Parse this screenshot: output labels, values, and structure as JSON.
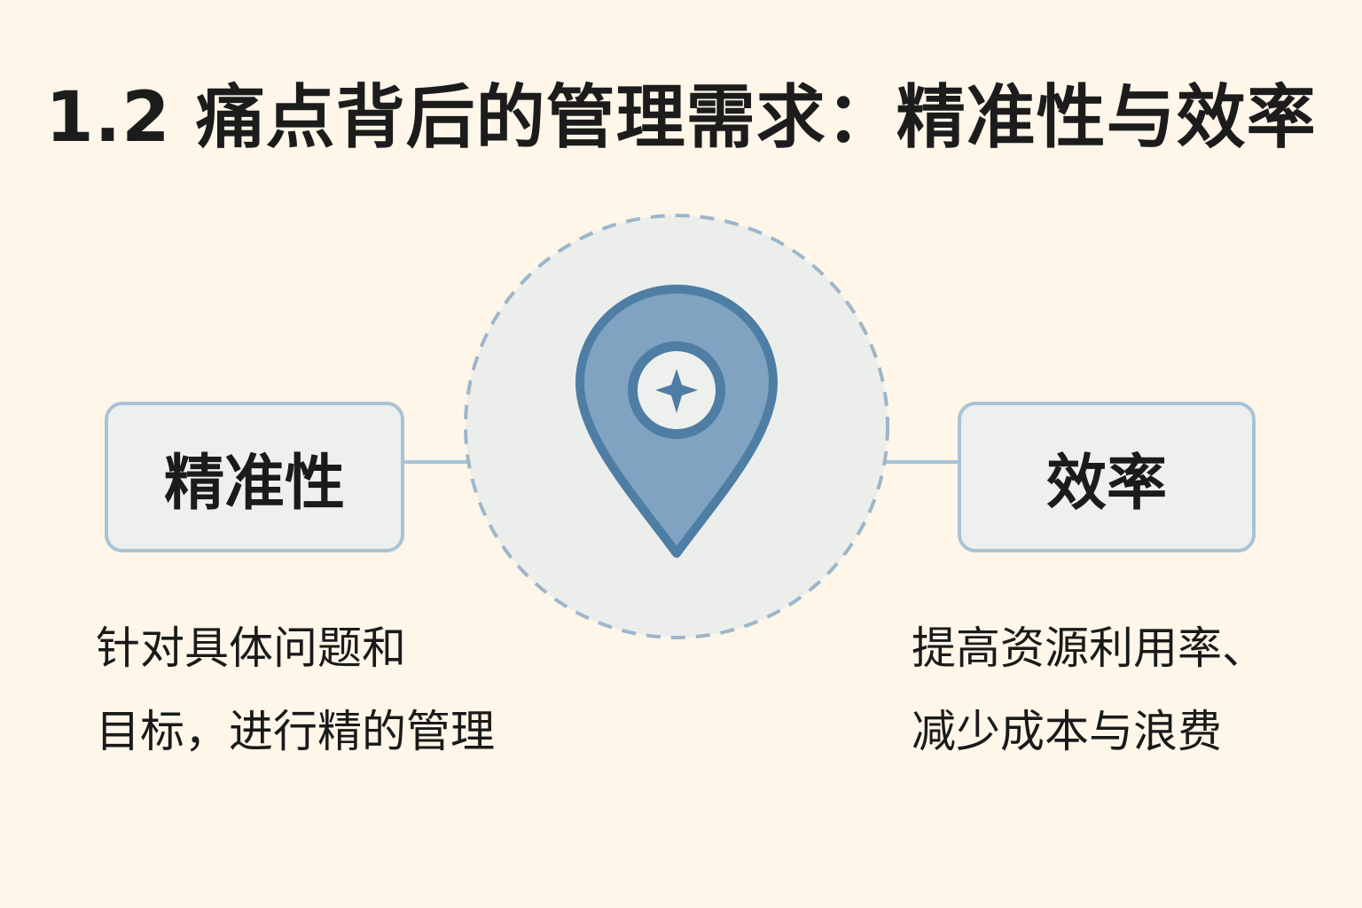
{
  "title": "1.2 痛点背后的管理需求：精准性与效率",
  "diagram": {
    "center_icon": "map-pin-icon",
    "left_node": {
      "label": "精准性",
      "description_lines": [
        "针对具体问题和",
        "目标，进行精的管理"
      ]
    },
    "right_node": {
      "label": "效率",
      "description_lines": [
        "提高资源利用率、",
        "减少成本与浪费"
      ]
    }
  },
  "colors": {
    "background": "#fdf6e9",
    "box_fill": "#edf0ee",
    "box_border": "#a9c3d6",
    "circle_fill": "#eceeec",
    "circle_dash": "#9db6c9",
    "pin_fill": "#7fa3c0",
    "pin_stroke": "#4e7ea4",
    "text": "#1c1c1c"
  }
}
